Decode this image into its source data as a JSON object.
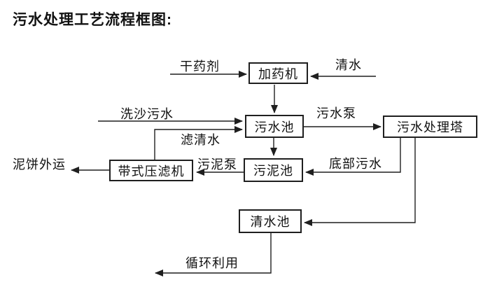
{
  "title": "污水处理工艺流程框图:",
  "diagram": {
    "background": "#ffffff",
    "line_color": "#1f1f1f",
    "text_color": "#111111",
    "boxes": [
      {
        "id": "dosing-machine",
        "label": "加药机"
      },
      {
        "id": "sewage-pool",
        "label": "污水池"
      },
      {
        "id": "sewage-treatment-tower",
        "label": "污水处理塔"
      },
      {
        "id": "sludge-pool",
        "label": "污泥池"
      },
      {
        "id": "belt-filter-press",
        "label": "带式压滤机"
      },
      {
        "id": "clean-water-pool",
        "label": "清水池"
      }
    ],
    "edges": [
      {
        "from": "",
        "to": "加药机",
        "label": "干药剂"
      },
      {
        "from": "",
        "to": "加药机",
        "label": "清水"
      },
      {
        "from": "加药机",
        "to": "污水池",
        "label": ""
      },
      {
        "from": "",
        "to": "污水池",
        "label": "洗沙污水"
      },
      {
        "from": "带式压滤机",
        "to": "污水池",
        "label": "滤清水"
      },
      {
        "from": "污水池",
        "to": "污水处理塔",
        "label": "污水泵"
      },
      {
        "from": "污水池",
        "to": "污泥池",
        "label": ""
      },
      {
        "from": "污水处理塔",
        "to": "污泥池",
        "label": "底部污水"
      },
      {
        "from": "污泥池",
        "to": "带式压滤机",
        "label": "污泥泵"
      },
      {
        "from": "带式压滤机",
        "to": "",
        "label": "泥饼外运"
      },
      {
        "from": "污水处理塔",
        "to": "清水池",
        "label": ""
      },
      {
        "from": "清水池",
        "to": "",
        "label": "循环利用"
      }
    ]
  }
}
